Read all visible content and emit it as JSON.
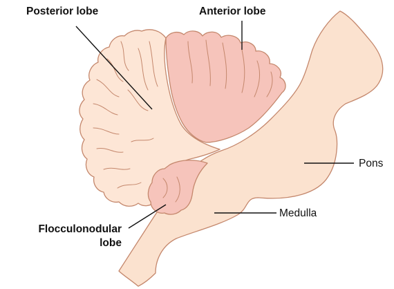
{
  "labels": {
    "posterior": "Posterior lobe",
    "anterior": "Anterior lobe",
    "pons": "Pons",
    "medulla": "Medulla",
    "floccnod_line1": "Flocculonodular",
    "floccnod_line2": "lobe"
  },
  "colors": {
    "brainstem_fill": "#fbe2cf",
    "posterior_fill": "#fde6d6",
    "anterior_fill": "#f6c4bb",
    "flocculus_fill": "#f6c4bb",
    "outline": "#c4876c",
    "leader": "#111111"
  }
}
